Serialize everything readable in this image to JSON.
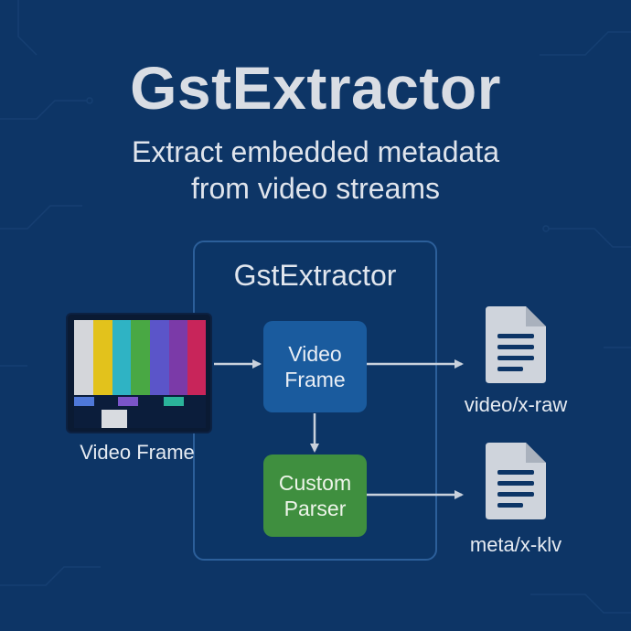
{
  "header": {
    "title": "GstExtractor",
    "subtitle_line1": "Extract embedded metadata",
    "subtitle_line2": "from video streams"
  },
  "diagram": {
    "container_title": "GstExtractor",
    "input": {
      "label": "Video Frame",
      "icon": "tv-test-pattern-icon"
    },
    "nodes": {
      "video_frame": {
        "line1": "Video",
        "line2": "Frame"
      },
      "custom_parser": {
        "line1": "Custom",
        "line2": "Parser"
      }
    },
    "outputs": {
      "raw": {
        "label": "video/x-raw",
        "icon": "document-icon"
      },
      "klv": {
        "label": "meta/x-klv",
        "icon": "document-icon"
      }
    }
  },
  "colors": {
    "background": "#0d3566",
    "container_border": "#2c5f9a",
    "video_node": "#1a5b9e",
    "parser_node": "#3f8f3f",
    "arrow": "#c9d1dc",
    "document": "#cfd4dc"
  }
}
